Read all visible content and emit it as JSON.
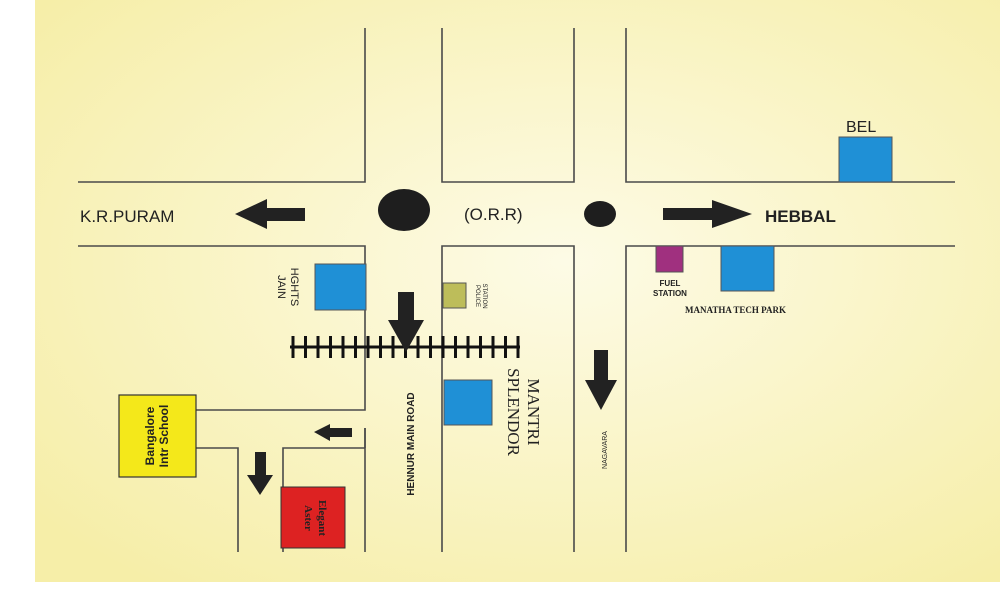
{
  "colors": {
    "background_center": "#fdfbe6",
    "background_edge": "#f6eea8",
    "road_line": "#4a4a4a",
    "arrow": "#222222",
    "roundabout": "#1e1e1e",
    "landmark_blue": "#1f90d6",
    "police_station": "#bdbd5a",
    "fuel_station": "#a0307f",
    "school": "#f4e81a",
    "elegant_aster": "#dd2222"
  },
  "labels": {
    "kr_puram": "K.R.PURAM",
    "orr": "(O.R.R)",
    "hebbal": "HEBBAL",
    "bel": "BEL",
    "jain_heights_1": "JAIN",
    "jain_heights_2": "HGHTS",
    "police_station_1": "POLICE",
    "police_station_2": "STATION",
    "fuel_station_1": "FUEL",
    "fuel_station_2": "STATION",
    "manatha_tech_park": "MANATHA TECH PARK",
    "mantri_1": "MANTRI",
    "mantri_2": "SPLENDOR",
    "hennur_main_road": "HENNUR MAIN ROAD",
    "nagavara": "NAGAVARA",
    "school_1": "Bangalore",
    "school_2": "Intr School",
    "elegant_1": "Elegant",
    "elegant_2": "Aster"
  },
  "icons": {
    "arrow": "arrow-icon",
    "roundabout": "roundabout-icon",
    "railway": "railway-track-icon"
  }
}
